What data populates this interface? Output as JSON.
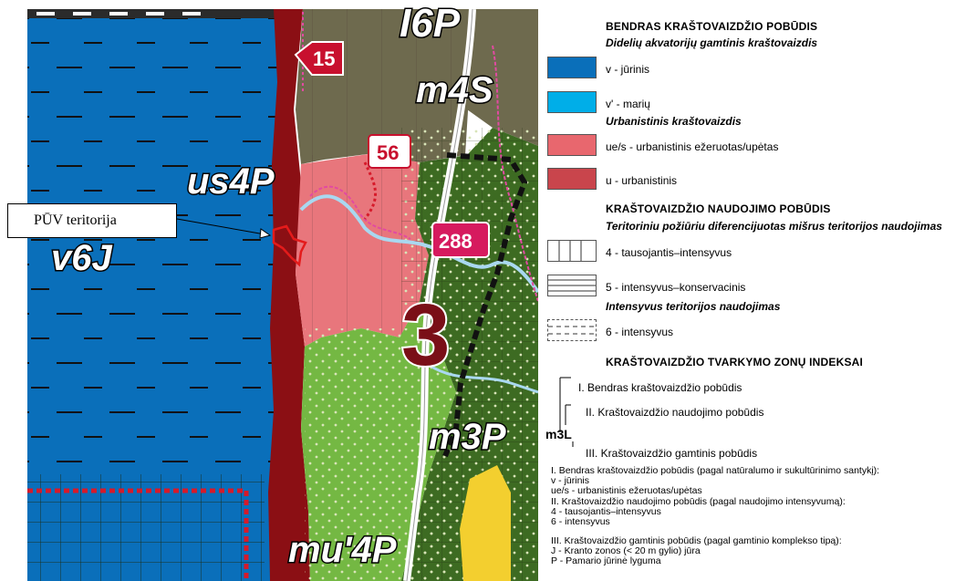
{
  "map": {
    "callout": "PŪV teritorija",
    "zone_labels": [
      "I6P",
      "m4S",
      "us4P",
      "v6J",
      "m3P",
      "mu'4P"
    ],
    "road_numbers": [
      "15",
      "56",
      "288"
    ],
    "zone_number": "3",
    "colors": {
      "sea": "#0a6fba",
      "urban_dark": "#8b0f14",
      "urban_pink": "#e8767c",
      "olive_dark": "#6e6a4e",
      "green_dark": "#3d6b22",
      "green_light": "#74b843",
      "yellow": "#f3cf2f",
      "river": "#a9d8f0"
    }
  },
  "legend": {
    "h1": "BENDRAS KRAŠTOVAIZDŽIO POBŪDIS",
    "s1": "Didelių akvatorijų gamtinis kraštovaizdis",
    "item_v": "v - jūrinis",
    "item_vp": "v' - marių",
    "s2": "Urbanistinis kraštovaizdis",
    "item_ue": "ue/s - urbanistinis ežeruotas/upėtas",
    "item_u": "u - urbanistinis",
    "h2": "KRAŠTOVAIZDŽIO NAUDOJIMO POBŪDIS",
    "s3": "Teritoriniu požiūriu diferencijuotas mišrus teritorijos naudojimas",
    "item_4": "4 - tausojantis–intensyvus",
    "item_5": "5 - intensyvus–konservacinis",
    "s4": "Intensyvus teritorijos naudojimas",
    "item_6": "6 - intensyvus",
    "h3": "KRAŠTOVAIZDŽIO TVARKYMO ZONŲ INDEKSAI",
    "idx_1": "I. Bendras kraštovaizdžio pobūdis",
    "idx_2": "II. Kraštovaizdžio naudojimo pobūdis",
    "idx_code": "m3L",
    "idx_3": "III. Kraštovaizdžio gamtinis pobūdis",
    "notes": [
      "I. Bendras kraštovaizdžio pobūdis (pagal natūralumo ir sukultūrinimo santykį):",
      "v - jūrinis",
      "ue/s - urbanistinis ežeruotas/upėtas",
      "II. Kraštovaizdžio naudojimo pobūdis (pagal naudojimo intensyvumą):",
      "4 - tausojantis–intensyvus",
      "6 - intensyvus",
      "III. Kraštovaizdžio gamtinis pobūdis (pagal gamtinio komplekso tipą):",
      "J - Kranto zonos (< 20 m gylio) jūra",
      "P - Pamario jūrinė lyguma"
    ],
    "colors": {
      "v": "#0a6fba",
      "vp": "#00aee8",
      "ue": "#e8676e",
      "u": "#c9454c"
    }
  }
}
